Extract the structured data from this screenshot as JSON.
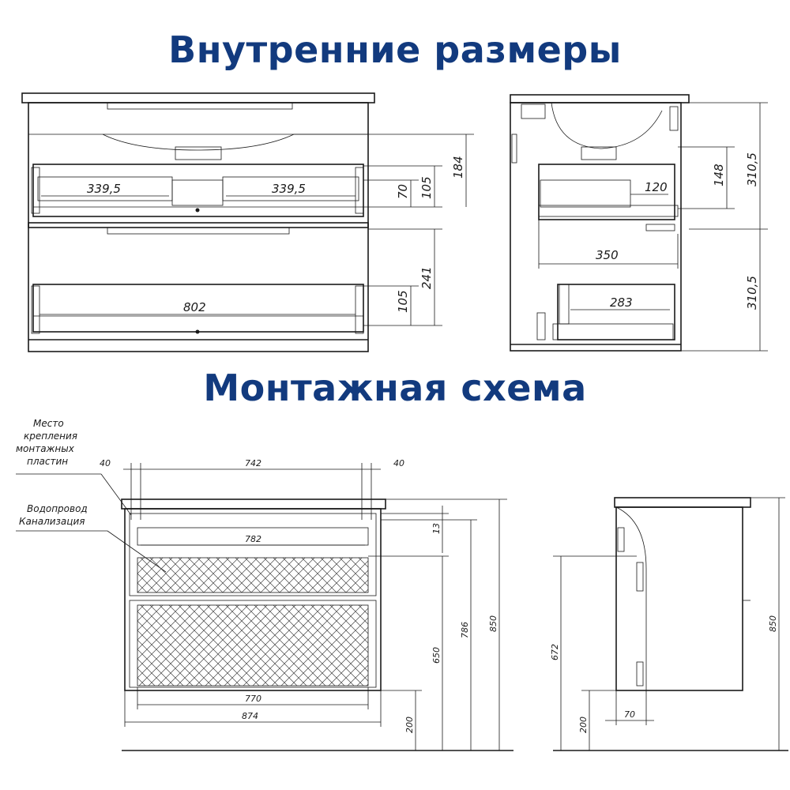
{
  "titles": {
    "internal": "Внутренние размеры",
    "mounting": "Монтажная схема"
  },
  "colors": {
    "title": "#123a7e",
    "line": "#1a1a1a"
  },
  "internal_front": {
    "d_left": "339,5",
    "d_right": "339,5",
    "d_70": "70",
    "d_105_top": "105",
    "d_184": "184",
    "d_802": "802",
    "d_105_bottom": "105",
    "d_241": "241"
  },
  "internal_side": {
    "d_120": "120",
    "d_148": "148",
    "d_310_top": "310,5",
    "d_350": "350",
    "d_283": "283",
    "d_310_bottom": "310,5"
  },
  "mounting_labels": {
    "plates": [
      "Место",
      "крепления",
      "монтажных",
      "пластин"
    ],
    "pipes": [
      "Водопровод",
      "Канализация"
    ]
  },
  "mounting_front": {
    "d_40_left": "40",
    "d_742": "742",
    "d_40_right": "40",
    "d_782": "782",
    "d_13": "13",
    "d_650": "650",
    "d_786": "786",
    "d_850": "850",
    "d_770": "770",
    "d_874": "874",
    "d_200": "200"
  },
  "mounting_side": {
    "d_672": "672",
    "d_850": "850",
    "d_200": "200",
    "d_70": "70"
  }
}
